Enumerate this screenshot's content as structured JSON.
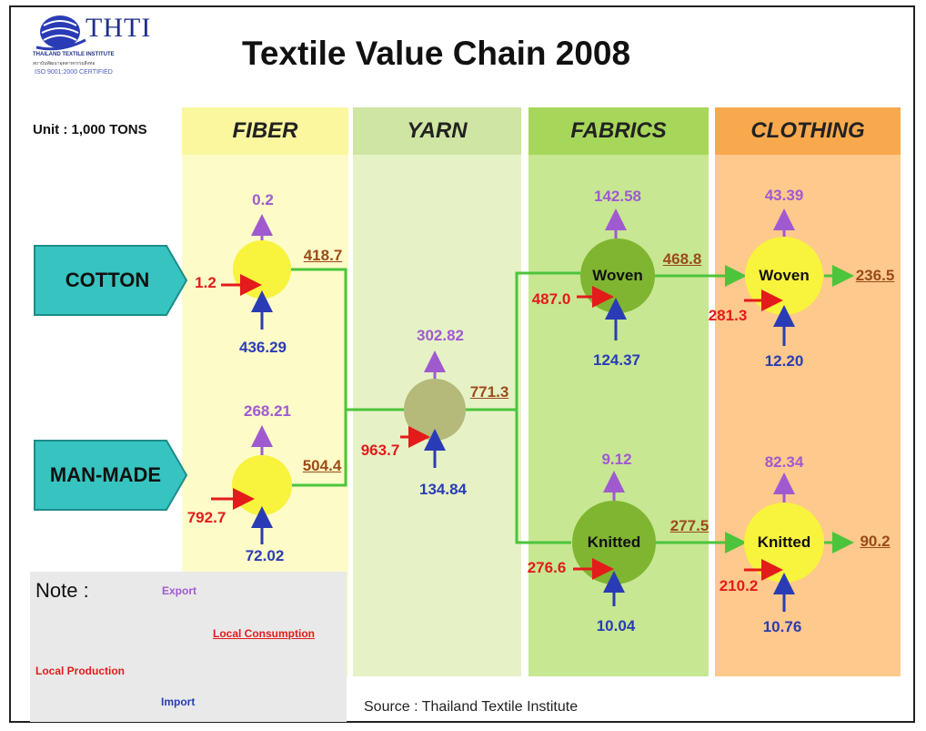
{
  "title": "Textile Value Chain 2008",
  "unit": "Unit : 1,000 TONS",
  "logo": {
    "name": "THTI",
    "line1": "THAILAND TEXTILE INSTITUTE",
    "line2": "สถาบันพัฒนาอุตสาหกรรมสิ่งทอ",
    "line3": "ISO 9001:2000 CERTIFIED"
  },
  "columns": [
    "FIBER",
    "YARN",
    "FABRICS",
    "CLOTHING"
  ],
  "sources": [
    "COTTON",
    "MAN-MADE"
  ],
  "nodes": {
    "cotton": {
      "prod": "1.2",
      "import": "436.29",
      "export": "0.2",
      "out": "418.7"
    },
    "manmade": {
      "prod": "792.7",
      "import": "72.02",
      "export": "268.21",
      "out": "504.4"
    },
    "yarn": {
      "prod": "963.7",
      "import": "134.84",
      "export": "302.82",
      "out": "771.3"
    },
    "fab_woven": {
      "label": "Woven",
      "prod": "487.0",
      "import": "124.37",
      "export": "142.58",
      "out": "468.8"
    },
    "fab_knitted": {
      "label": "Knitted",
      "prod": "276.6",
      "import": "10.04",
      "export": "9.12",
      "out": "277.5"
    },
    "clo_woven": {
      "label": "Woven",
      "prod": "281.3",
      "import": "12.20",
      "export": "43.39",
      "out": "236.5"
    },
    "clo_knitted": {
      "label": "Knitted",
      "prod": "210.2",
      "import": "10.76",
      "export": "82.34",
      "out": "90.2"
    }
  },
  "note": {
    "title": "Note :",
    "export": "Export",
    "local_consumption": "Local Consumption",
    "local_production": "Local Production",
    "import": "Import"
  },
  "source": "Source : Thailand Textile Institute",
  "colors": {
    "production": "#e31b1b",
    "import": "#2a3cb5",
    "export": "#a05ad0",
    "flow": "#4cc43c"
  }
}
